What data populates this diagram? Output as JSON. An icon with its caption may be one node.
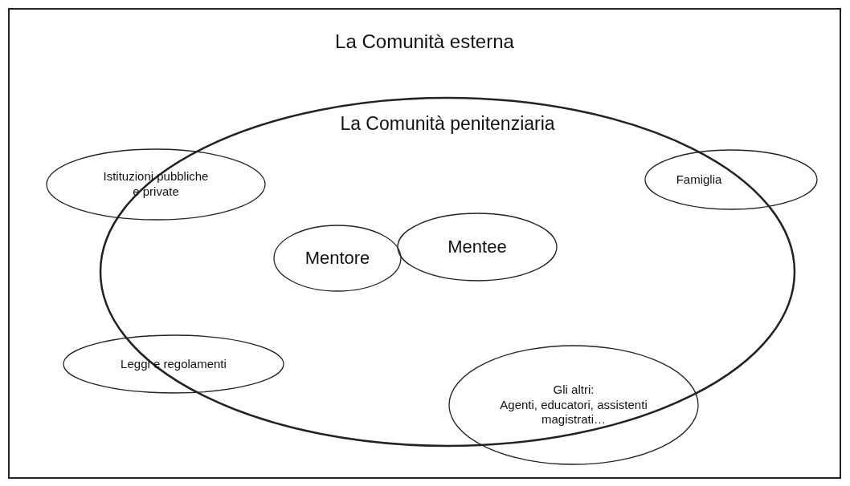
{
  "diagram": {
    "nodes": [
      {
        "text": [
          "La Comunità esterna"
        ]
      },
      {
        "text": [
          "La Comunità penitenziaria"
        ],
        "in": 0
      },
      {
        "text": [
          "Istituzioni pubbliche e private"
        ],
        "in": 0
      },
      {
        "text": [
          "Famiglia"
        ],
        "in": 0
      },
      {
        "text": [
          "Mentore"
        ],
        "in": 1
      },
      {
        "text": [
          "Mentee"
        ],
        "in": 1
      },
      {
        "text": [
          "Leggi e regolamenti"
        ],
        "in": 0
      },
      {
        "text": [
          "Gli altri:",
          "Agenti, educatori, assistenti magistrati…"
        ],
        "in": 0
      }
    ]
  }
}
